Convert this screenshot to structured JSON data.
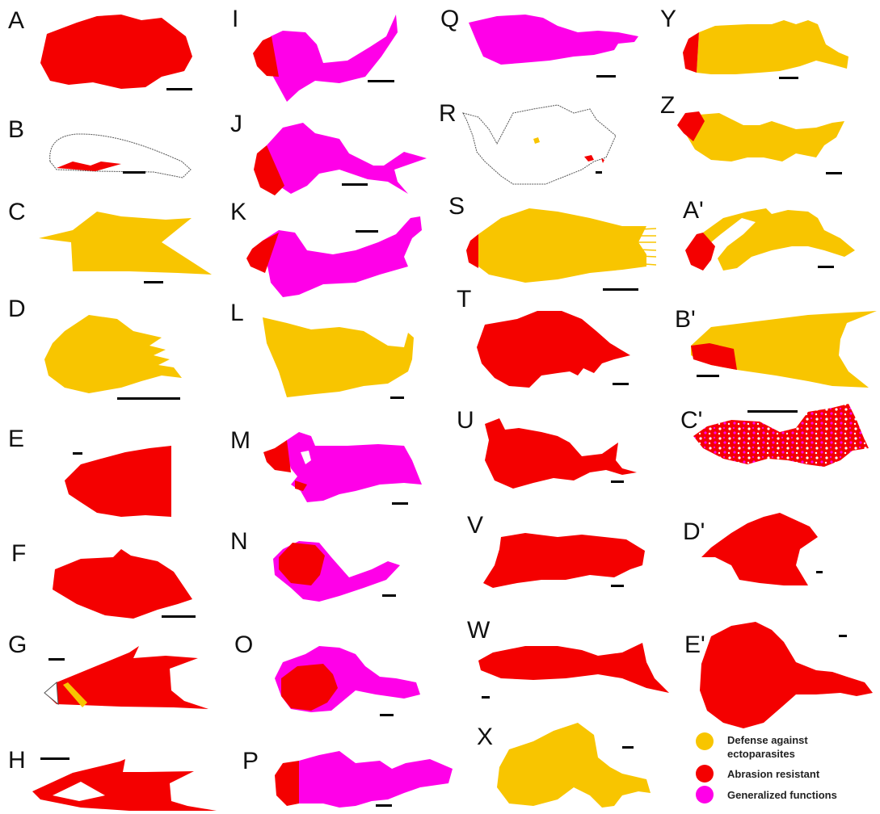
{
  "colors": {
    "defense": "#F8C500",
    "abrasion": "#F40000",
    "generalized": "#FF00E8",
    "outline": "#555555",
    "text": "#111111",
    "scale_bar": "#000000"
  },
  "panels": [
    {
      "label": "A",
      "icon": "red-scale-shape"
    },
    {
      "label": "B",
      "icon": "outline-scale-with-red-base"
    },
    {
      "label": "C",
      "icon": "yellow-scale-shape"
    },
    {
      "label": "D",
      "icon": "yellow-scale-shape"
    },
    {
      "label": "E",
      "icon": "red-scale-shape"
    },
    {
      "label": "F",
      "icon": "red-scale-shape"
    },
    {
      "label": "G",
      "icon": "red-scale-with-yellow-patch"
    },
    {
      "label": "H",
      "icon": "red-scale-shape"
    },
    {
      "label": "I",
      "icon": "pink-scale-red-tip"
    },
    {
      "label": "J",
      "icon": "pink-scale-red-tip"
    },
    {
      "label": "K",
      "icon": "pink-scale-red-tip"
    },
    {
      "label": "L",
      "icon": "yellow-scale-shape"
    },
    {
      "label": "M",
      "icon": "pink-scale-red-tip"
    },
    {
      "label": "N",
      "icon": "pink-scale-red-core"
    },
    {
      "label": "O",
      "icon": "pink-scale-red-core"
    },
    {
      "label": "P",
      "icon": "pink-scale-red-tip"
    },
    {
      "label": "Q",
      "icon": "pink-scale-shape"
    },
    {
      "label": "R",
      "icon": "outline-scale-with-spots"
    },
    {
      "label": "S",
      "icon": "yellow-fish-scale-red-tip"
    },
    {
      "label": "T",
      "icon": "red-scale-shape"
    },
    {
      "label": "U",
      "icon": "red-scale-shape"
    },
    {
      "label": "V",
      "icon": "red-scale-shape"
    },
    {
      "label": "W",
      "icon": "red-fish-scale"
    },
    {
      "label": "X",
      "icon": "yellow-scale-shape"
    },
    {
      "label": "Y",
      "icon": "yellow-scale-red-tip"
    },
    {
      "label": "Z",
      "icon": "yellow-scale-red-tip"
    },
    {
      "label": "A'",
      "icon": "yellow-scale-red-tip"
    },
    {
      "label": "B'",
      "icon": "yellow-scale-red-tip"
    },
    {
      "label": "C'",
      "icon": "speckled-scale-shape"
    },
    {
      "label": "D'",
      "icon": "red-scale-shape"
    },
    {
      "label": "E'",
      "icon": "red-scale-shape"
    }
  ],
  "legend": [
    {
      "label": "Defense against ectoparasites",
      "line1": "Defense against",
      "line2": "ectoparasites",
      "color_key": "defense"
    },
    {
      "label": "Abrasion resistant",
      "line1": "Abrasion resistant",
      "line2": "",
      "color_key": "abrasion"
    },
    {
      "label": "Generalized functions",
      "line1": "Generalized functions",
      "line2": "",
      "color_key": "generalized"
    }
  ]
}
